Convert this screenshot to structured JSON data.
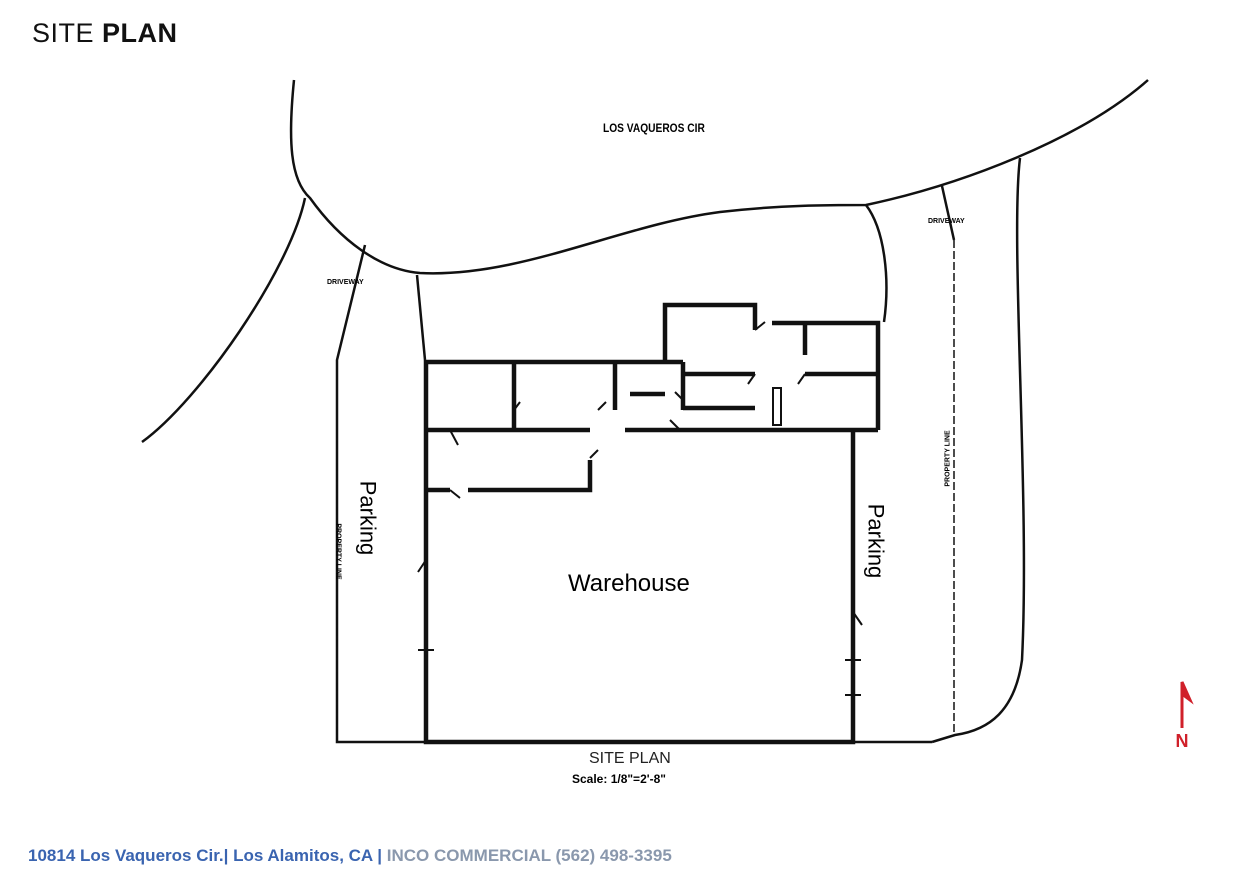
{
  "header": {
    "title_light": "SITE",
    "title_bold": "PLAN"
  },
  "plan": {
    "street": "LOS VAQUEROS CIR",
    "driveway_left": "DRIVEWAY",
    "driveway_right": "DRIVEWAY",
    "property_line_left": "PROPERTY LINE",
    "property_line_right": "PROPERTY LINE",
    "parking_left": "Parking",
    "parking_right": "Parking",
    "warehouse": "Warehouse",
    "caption": "SITE PLAN",
    "scale": "Scale: 1/8\"=2'-8\"",
    "north": "N",
    "north_color": "#d0202a"
  },
  "footer": {
    "address": "10814 Los Vaqueros Cir.| Los Alamitos, CA |",
    "company": "INCO COMMERCIAL (562) 498-3395"
  }
}
